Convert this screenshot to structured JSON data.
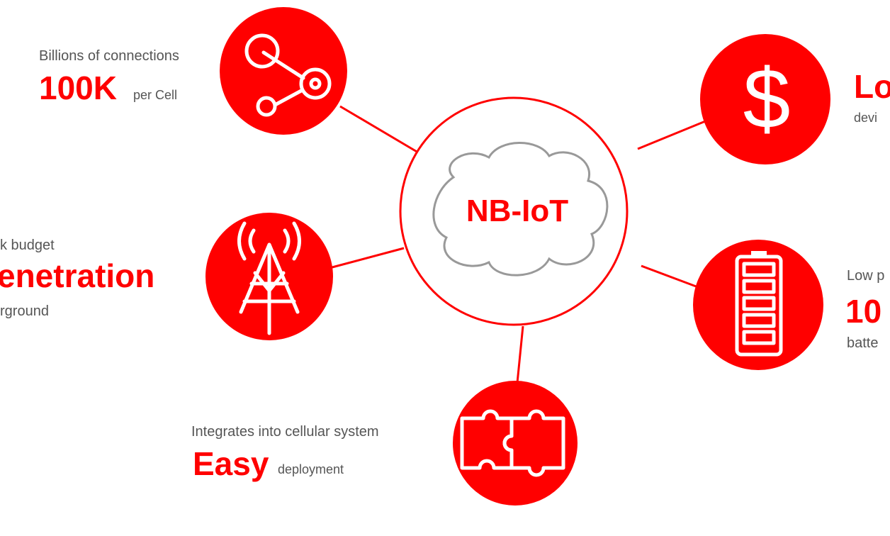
{
  "colors": {
    "accent": "#ff0000",
    "text": "#555555",
    "cloud": "#999999"
  },
  "center": {
    "label": "NB-IoT",
    "icon": "cloud-icon"
  },
  "features": {
    "connections": {
      "top": "Billions of connections",
      "highlight": "100K",
      "suffix": "per Cell",
      "icon": "network-nodes-icon"
    },
    "coverage": {
      "top": "k budget",
      "highlight": "enetration",
      "bottom": "rground",
      "icon": "antenna-tower-icon"
    },
    "cost": {
      "highlight": "Lo",
      "bottom": "devi",
      "icon": "dollar-icon"
    },
    "power": {
      "top": "Low p",
      "highlight": "10",
      "bottom": "batte",
      "icon": "battery-icon"
    },
    "deployment": {
      "top": "Integrates into cellular system",
      "highlight": "Easy",
      "suffix": "deployment",
      "icon": "puzzle-icon"
    }
  }
}
